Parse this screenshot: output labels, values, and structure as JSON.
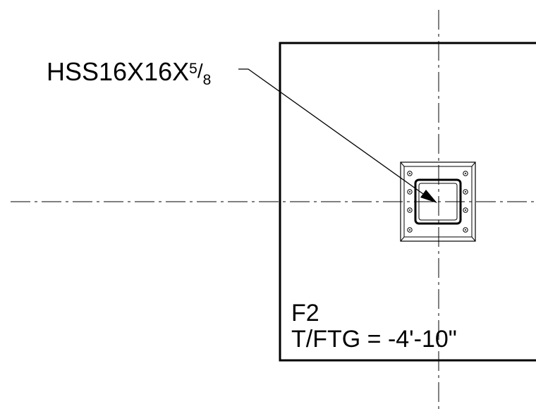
{
  "callout": {
    "member": "HSS16X16X",
    "frac_num": "5",
    "frac_slash": "/",
    "frac_den": "8"
  },
  "footing": {
    "mark": "F2",
    "elevation": "T/FTG =  -4'-10\""
  },
  "colors": {
    "line": "#000000",
    "background": "#ffffff"
  }
}
